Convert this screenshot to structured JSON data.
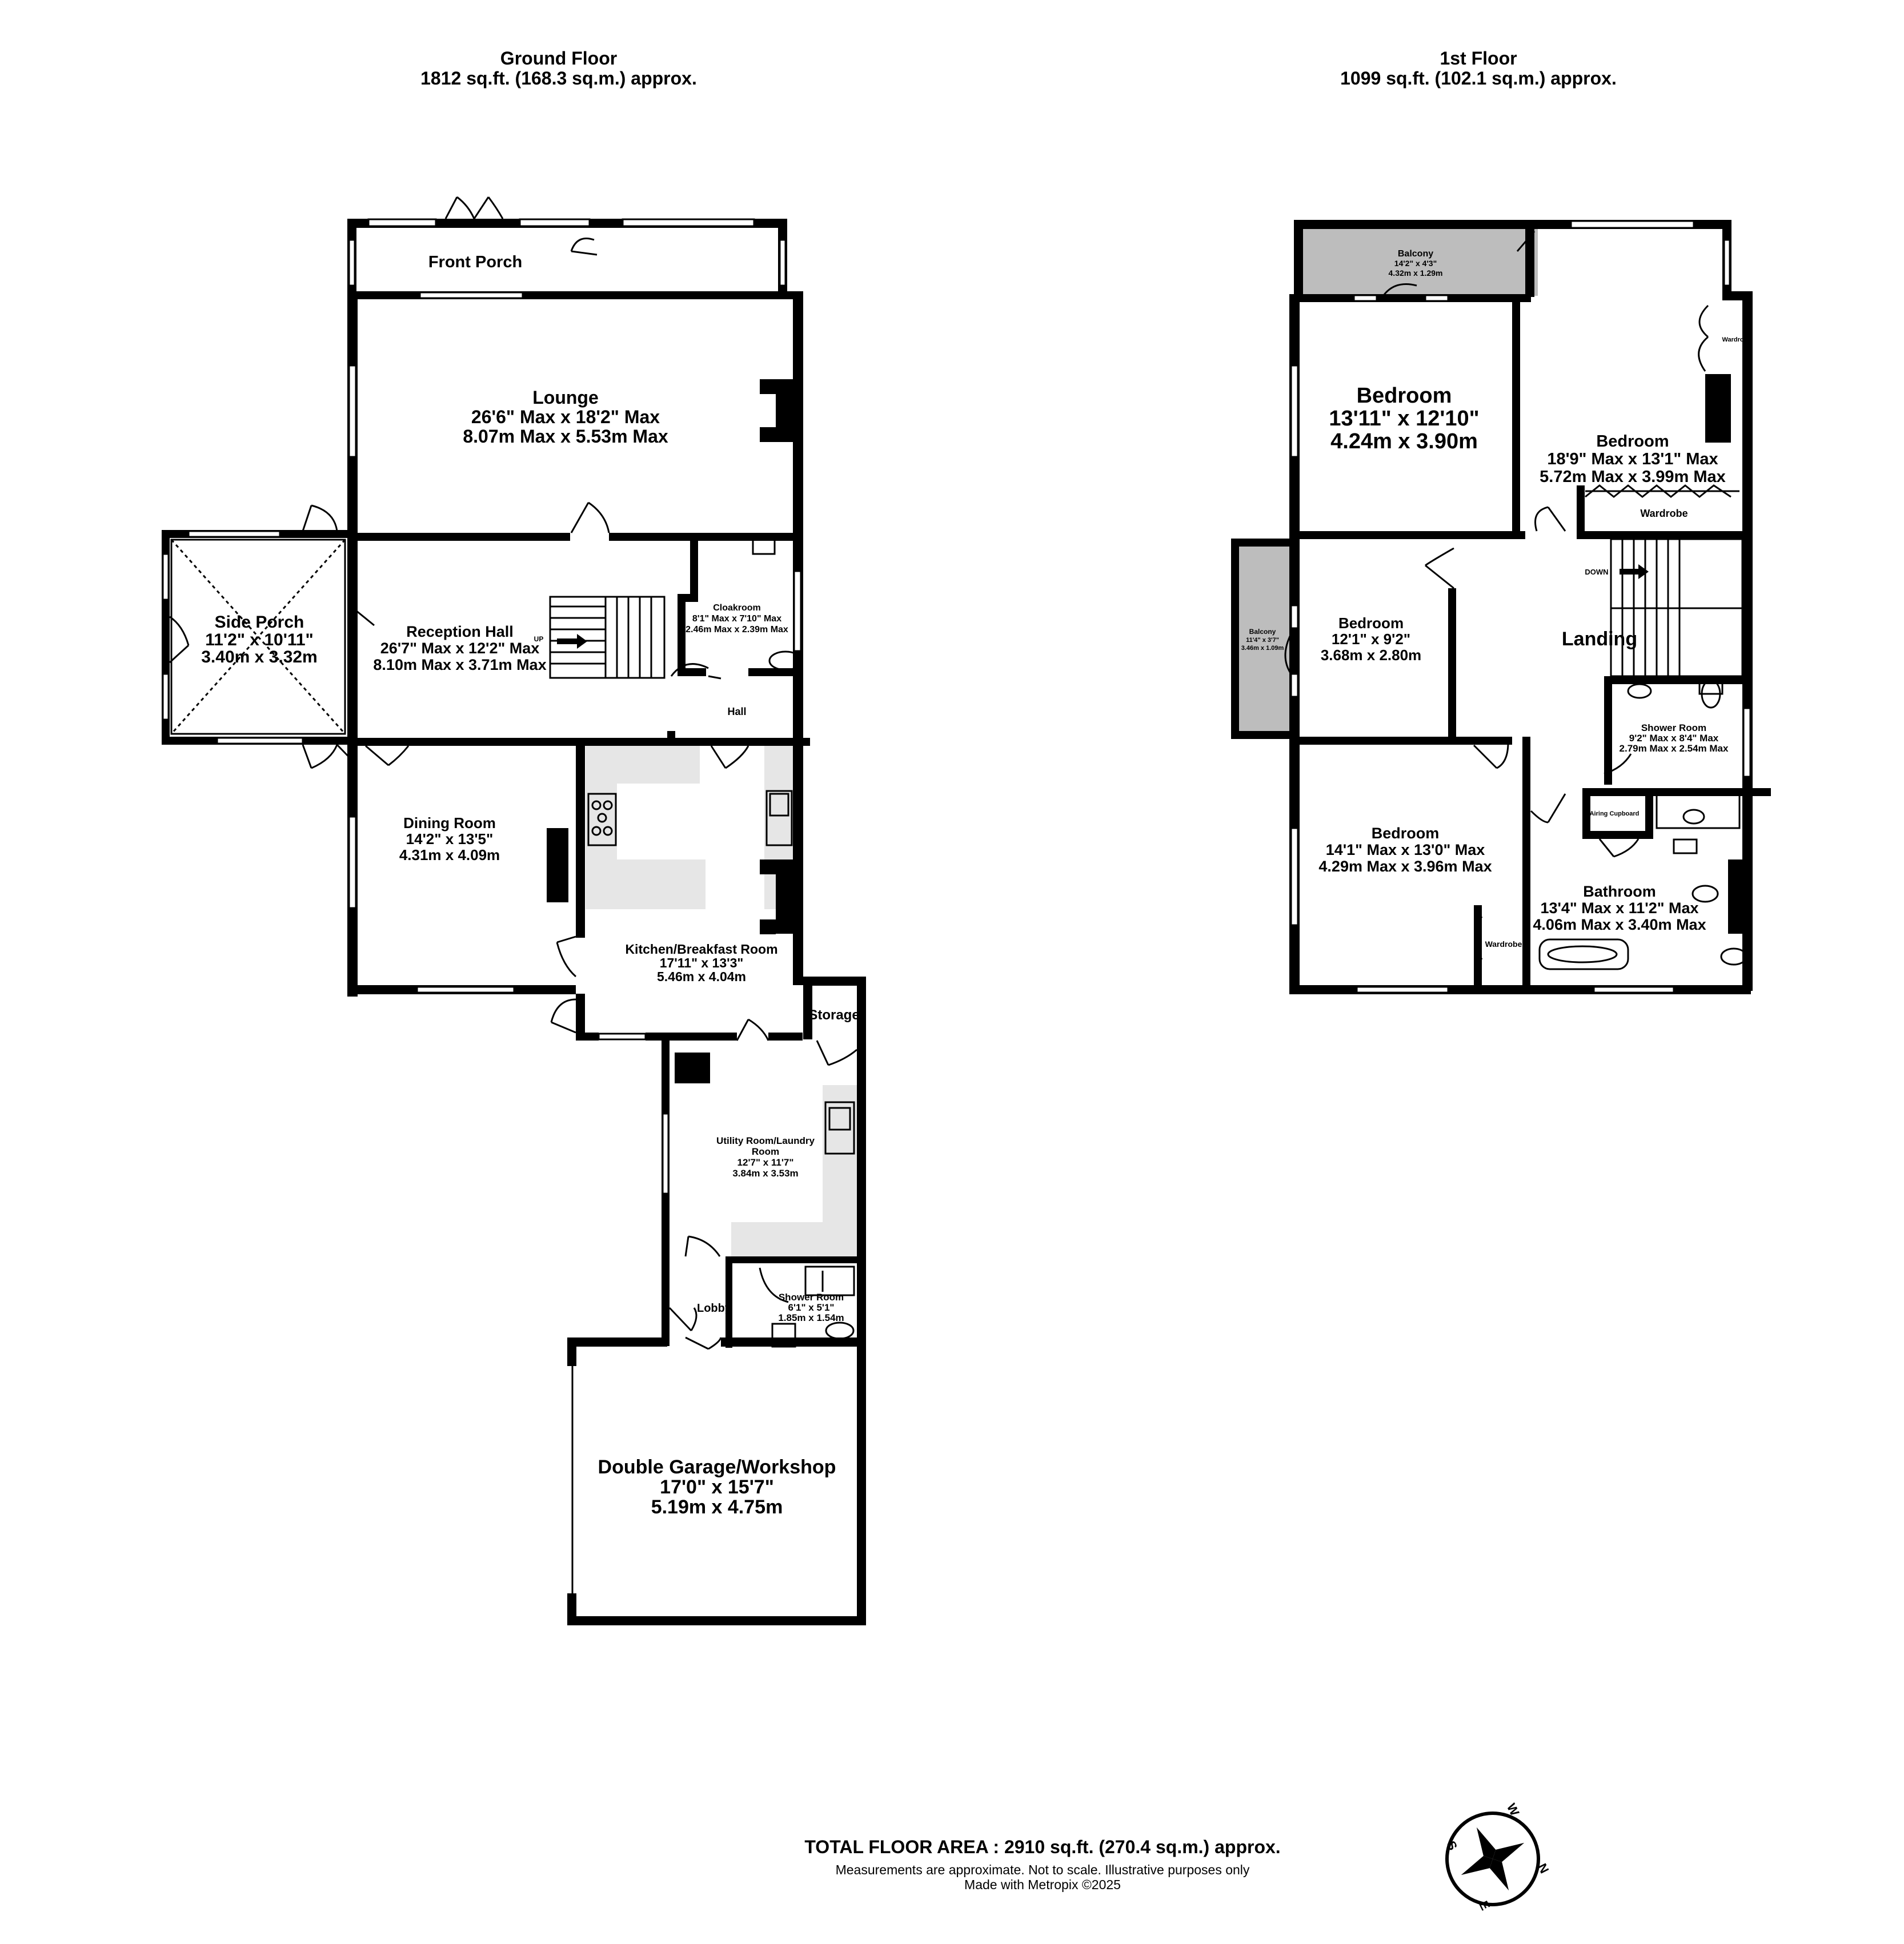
{
  "ground_floor": {
    "title": "Ground Floor",
    "area": "1812 sq.ft. (168.3 sq.m.) approx."
  },
  "first_floor": {
    "title": "1st Floor",
    "area": "1099 sq.ft. (102.1 sq.m.) approx."
  },
  "rooms": {
    "front_porch": {
      "name": "Front Porch"
    },
    "lounge": {
      "name": "Lounge",
      "imperial": "26'6\" Max x 18'2\" Max",
      "metric": "8.07m Max x 5.53m Max"
    },
    "side_porch": {
      "name": "Side Porch",
      "imperial": "11'2\"  x 10'11\"",
      "metric": "3.40m  x 3.32m"
    },
    "reception_hall": {
      "name": "Reception Hall",
      "imperial": "26'7\" Max x 12'2\" Max",
      "metric": "8.10m Max x 3.71m Max"
    },
    "cloakroom": {
      "name": "Cloakroom",
      "imperial": "8'1\" Max x 7'10\" Max",
      "metric": "2.46m Max x 2.39m Max"
    },
    "hall": {
      "name": "Hall"
    },
    "dining_room": {
      "name": "Dining Room",
      "imperial": "14'2\"  x 13'5\"",
      "metric": "4.31m  x 4.09m"
    },
    "kitchen": {
      "name": "Kitchen/Breakfast Room",
      "imperial": "17'11\"  x 13'3\"",
      "metric": "5.46m  x 4.04m"
    },
    "storage": {
      "name": "Storage"
    },
    "utility": {
      "name_1": "Utility Room/Laundry",
      "name_2": "Room",
      "imperial": "12'7\"  x 11'7\"",
      "metric": "3.84m  x 3.53m"
    },
    "ground_shower": {
      "name": "Shower Room",
      "imperial": "6'1\"  x 5'1\"",
      "metric": "1.85m  x 1.54m"
    },
    "lobby": {
      "name": "Lobby"
    },
    "garage": {
      "name": "Double Garage/Workshop",
      "imperial": "17'0\"  x 15'7\"",
      "metric": "5.19m  x 4.75m"
    },
    "balcony_top": {
      "name": "Balcony",
      "imperial": "14'2\"  x 4'3\"",
      "metric": "4.32m  x 1.29m"
    },
    "bedroom_1": {
      "name": "Bedroom",
      "imperial": "13'11\"  x 12'10\"",
      "metric": "4.24m  x 3.90m"
    },
    "bedroom_2": {
      "name": "Bedroom",
      "imperial": "18'9\" Max x 13'1\" Max",
      "metric": "5.72m Max x 3.99m Max"
    },
    "bedroom_3": {
      "name": "Bedroom",
      "imperial": "12'1\"  x 9'2\"",
      "metric": "3.68m  x 2.80m"
    },
    "balcony_side": {
      "name": "Balcony",
      "imperial": "11'4\"  x 3'7\"",
      "metric": "3.46m  x 1.09m"
    },
    "landing": {
      "name": "Landing"
    },
    "first_shower": {
      "name": "Shower Room",
      "imperial": "9'2\" Max x 8'4\" Max",
      "metric": "2.79m Max x 2.54m Max"
    },
    "airing": {
      "name": "Airing Cupboard"
    },
    "bedroom_4": {
      "name": "Bedroom",
      "imperial": "14'1\" Max x 13'0\" Max",
      "metric": "4.29m Max x 3.96m Max"
    },
    "bathroom": {
      "name": "Bathroom",
      "imperial": "13'4\" Max x 11'2\" Max",
      "metric": "4.06m Max x 3.40m Max"
    },
    "wardrobe_1": {
      "name": "Wardrobe"
    },
    "wardrobe_2": {
      "name": "Wardrobe"
    },
    "wardrobe_3": {
      "name": "Wardrobe"
    }
  },
  "labels": {
    "up": "UP",
    "down": "DOWN",
    "boiler": "B"
  },
  "footer": {
    "total": "TOTAL FLOOR AREA : 2910 sq.ft. (270.4 sq.m.) approx.",
    "disclaimer": "Measurements are approximate.  Not to scale.  Illustrative purposes only",
    "credit": "Made with Metropix ©2025"
  },
  "compass": {
    "n": "N",
    "e": "E",
    "s": "S",
    "w": "W"
  }
}
